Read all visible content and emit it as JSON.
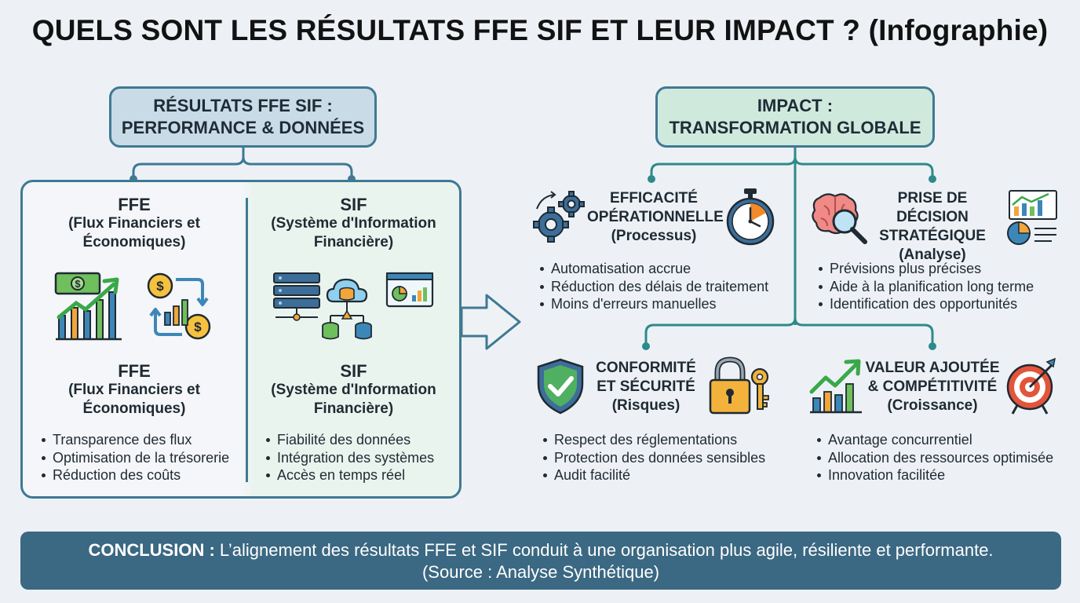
{
  "title": "QUELS SONT LES RÉSULTATS FFE SIF ET LEUR IMPACT ? (Infographie)",
  "left_header": {
    "line1": "RÉSULTATS FFE SIF :",
    "line2": "PERFORMANCE & DONNÉES"
  },
  "right_header": {
    "line1": "IMPACT :",
    "line2": "TRANSFORMATION GLOBALE"
  },
  "ffe": {
    "top": {
      "abbr": "FFE",
      "line1": "(Flux Financiers et",
      "line2": "Économiques)"
    },
    "bottom": {
      "abbr": "FFE",
      "line1": "(Flux Financiers et",
      "line2": "Économiques)"
    },
    "bullets": [
      "Transparence des flux",
      "Optimisation de la trésorerie",
      "Réduction des coûts"
    ]
  },
  "sif": {
    "top": {
      "abbr": "SIF",
      "line1": "(Système d'Information",
      "line2": "Financière)"
    },
    "bottom": {
      "abbr": "SIF",
      "line1": "(Système d'Information",
      "line2": "Financière)"
    },
    "bullets": [
      "Fiabilité des données",
      "Intégration des systèmes",
      "Accès en temps réel"
    ]
  },
  "impacts": {
    "efficacite": {
      "line1": "EFFICACITÉ",
      "line2": "OPÉRATIONNELLE",
      "line3": "(Processus)",
      "bullets": [
        "Automatisation accrue",
        "Réduction des délais de traitement",
        "Moins d'erreurs manuelles"
      ]
    },
    "decision": {
      "line1": "PRISE DE DÉCISION",
      "line2": "STRATÉGIQUE",
      "line3": "(Analyse)",
      "bullets": [
        "Prévisions plus précises",
        "Aide à la planification long terme",
        "Identification des opportunités"
      ]
    },
    "conformite": {
      "line1": "CONFORMITÉ",
      "line2": "ET SÉCURITÉ",
      "line3": "(Risques)",
      "bullets": [
        "Respect des réglementations",
        "Protection des données sensibles",
        "Audit facilité"
      ]
    },
    "valeur": {
      "line1": "VALEUR AJOUTÉE",
      "line2": "& COMPÉTITIVITÉ",
      "line3": "(Croissance)",
      "bullets": [
        "Avantage concurrentiel",
        "Allocation des ressources optimisée",
        "Innovation facilitée"
      ]
    }
  },
  "conclusion": {
    "label": "CONCLUSION :",
    "text": " L’alignement des résultats FFE et SIF conduit à une organisation plus agile, résiliente et performante.",
    "source": "(Source : Analyse Synthétique)"
  },
  "colors": {
    "accent": "#3f7993",
    "teal": "#2e8a8a",
    "left_header_bg": "#c8dbe6",
    "right_header_bg": "#cfeadd",
    "conclusion_bg": "#3b6882"
  },
  "icons": [
    "money-growth-chart-icon",
    "currency-exchange-icon",
    "server-cloud-database-icon",
    "dashboard-chart-icon",
    "gears-icon",
    "stopwatch-icon",
    "brain-magnifier-icon",
    "analytics-report-icon",
    "shield-check-icon",
    "padlock-key-icon",
    "growth-bars-icon",
    "target-arrow-icon",
    "flow-arrow-icon"
  ]
}
